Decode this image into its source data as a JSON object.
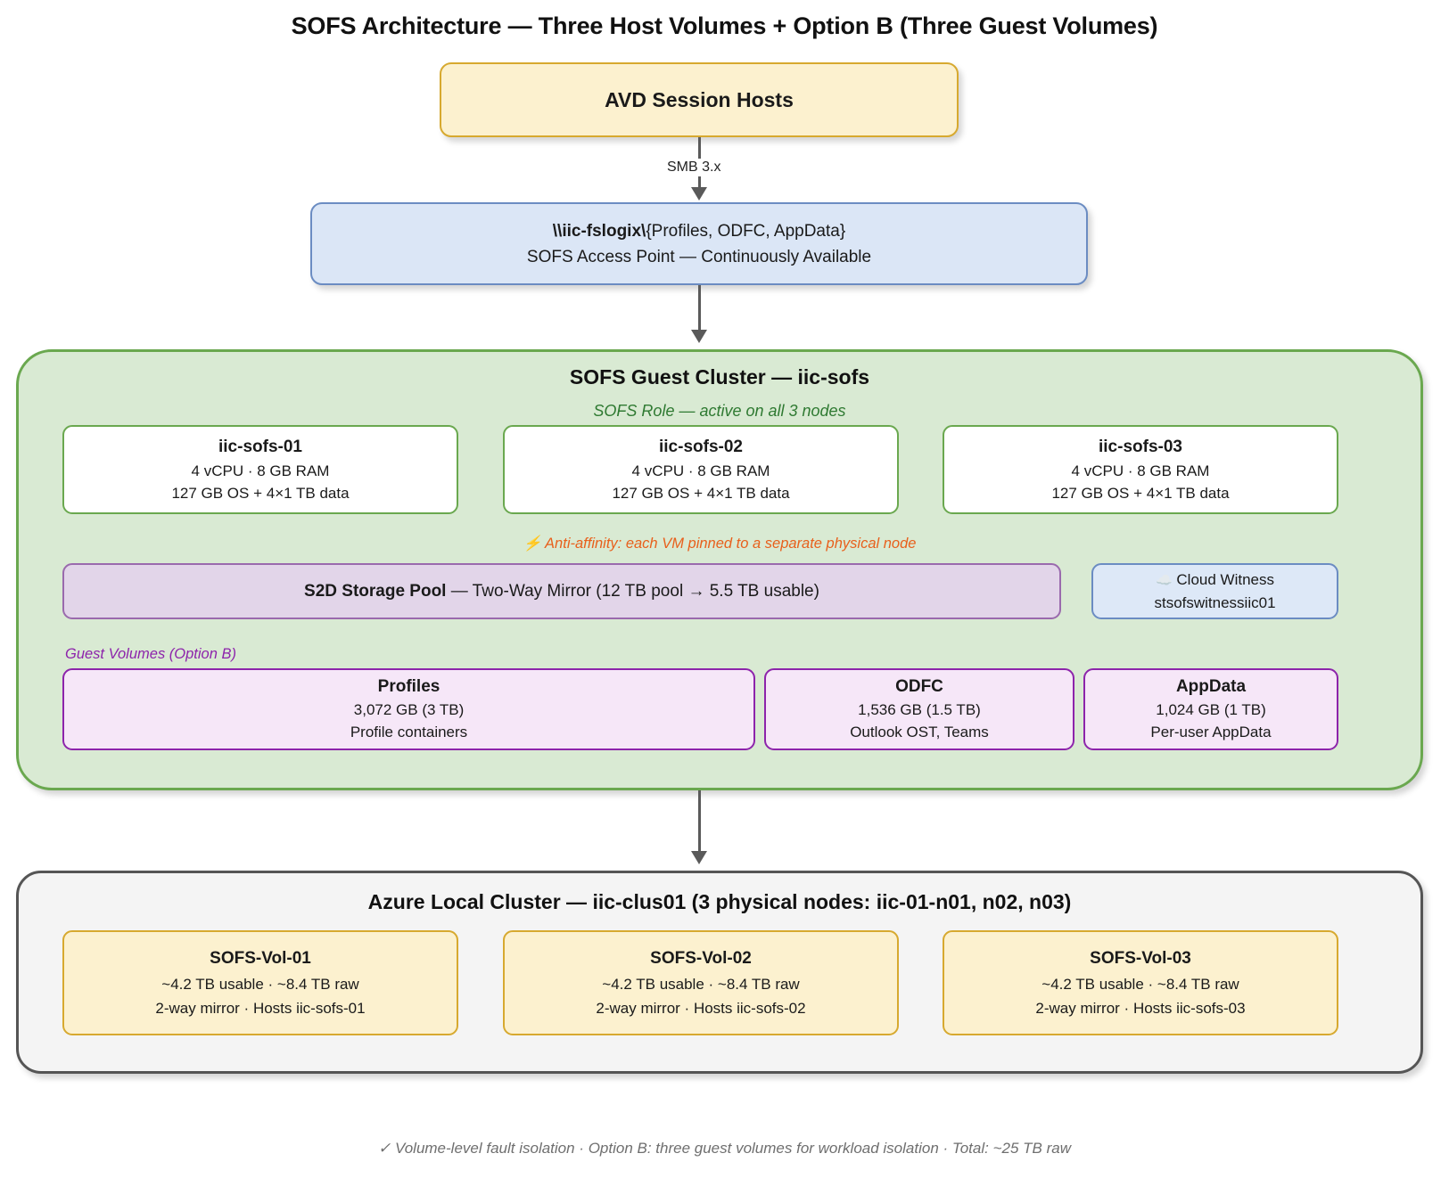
{
  "title": "SOFS Architecture — Three Host Volumes + Option B (Three Guest Volumes)",
  "colors": {
    "amber_fill": "#fcf1cf",
    "amber_border": "#d7a92f",
    "blue_fill": "#dbe6f6",
    "blue_border": "#6b8cc2",
    "green_fill": "#d9ead3",
    "green_border": "#6aa84f",
    "pool_fill": "#e2d5e9",
    "pool_border": "#9a6aad",
    "volume_fill": "#f6e7f8",
    "volume_border": "#8d24ab",
    "gray_fill": "#f4f4f4",
    "gray_border": "#555555",
    "accent_orange": "#e8601c",
    "accent_green_text": "#2f7a32"
  },
  "avd": {
    "label": "AVD Session Hosts"
  },
  "connector_1": {
    "label": "SMB 3.x"
  },
  "share": {
    "path_bold": "\\\\iic-fslogix\\",
    "path_rest": "{Profiles, ODFC, AppData}",
    "subtitle": "SOFS Access Point — Continuously Available"
  },
  "guest_cluster": {
    "heading": "SOFS Guest Cluster — iic-sofs",
    "role_note": "SOFS Role — active on all 3 nodes",
    "anti_affinity": "⚡ Anti-affinity: each VM pinned to a separate physical node",
    "nodes": [
      {
        "name": "iic-sofs-01",
        "spec": "4 vCPU · 8 GB RAM",
        "disks": "127 GB OS + 4×1 TB data"
      },
      {
        "name": "iic-sofs-02",
        "spec": "4 vCPU · 8 GB RAM",
        "disks": "127 GB OS + 4×1 TB data"
      },
      {
        "name": "iic-sofs-03",
        "spec": "4 vCPU · 8 GB RAM",
        "disks": "127 GB OS + 4×1 TB data"
      }
    ],
    "s2d_pool": {
      "bold": "S2D Storage Pool",
      "rest": " — Two-Way Mirror (12 TB pool → 5.5 TB usable)"
    },
    "cloud_witness": {
      "icon": "cloud-icon",
      "title": "Cloud Witness",
      "account": "stsofswitnessiic01"
    },
    "guest_volumes_label": "Guest Volumes (Option B)",
    "guest_volumes": [
      {
        "name": "Profiles",
        "size": "3,072 GB (3 TB)",
        "desc": "Profile containers"
      },
      {
        "name": "ODFC",
        "size": "1,536 GB (1.5 TB)",
        "desc": "Outlook OST, Teams"
      },
      {
        "name": "AppData",
        "size": "1,024 GB (1 TB)",
        "desc": "Per-user AppData"
      }
    ]
  },
  "azure_local": {
    "heading": "Azure Local Cluster — iic-clus01 (3 physical nodes: iic-01-n01, n02, n03)",
    "volumes": [
      {
        "name": "SOFS-Vol-01",
        "capacity": "~4.2 TB usable · ~8.4 TB raw",
        "detail": "2-way mirror · Hosts iic-sofs-01"
      },
      {
        "name": "SOFS-Vol-02",
        "capacity": "~4.2 TB usable · ~8.4 TB raw",
        "detail": "2-way mirror · Hosts iic-sofs-02"
      },
      {
        "name": "SOFS-Vol-03",
        "capacity": "~4.2 TB usable · ~8.4 TB raw",
        "detail": "2-way mirror · Hosts iic-sofs-03"
      }
    ]
  },
  "footer": {
    "text": "✓ Volume-level fault isolation · Option B: three guest volumes for workload isolation · Total: ~25 TB raw"
  }
}
